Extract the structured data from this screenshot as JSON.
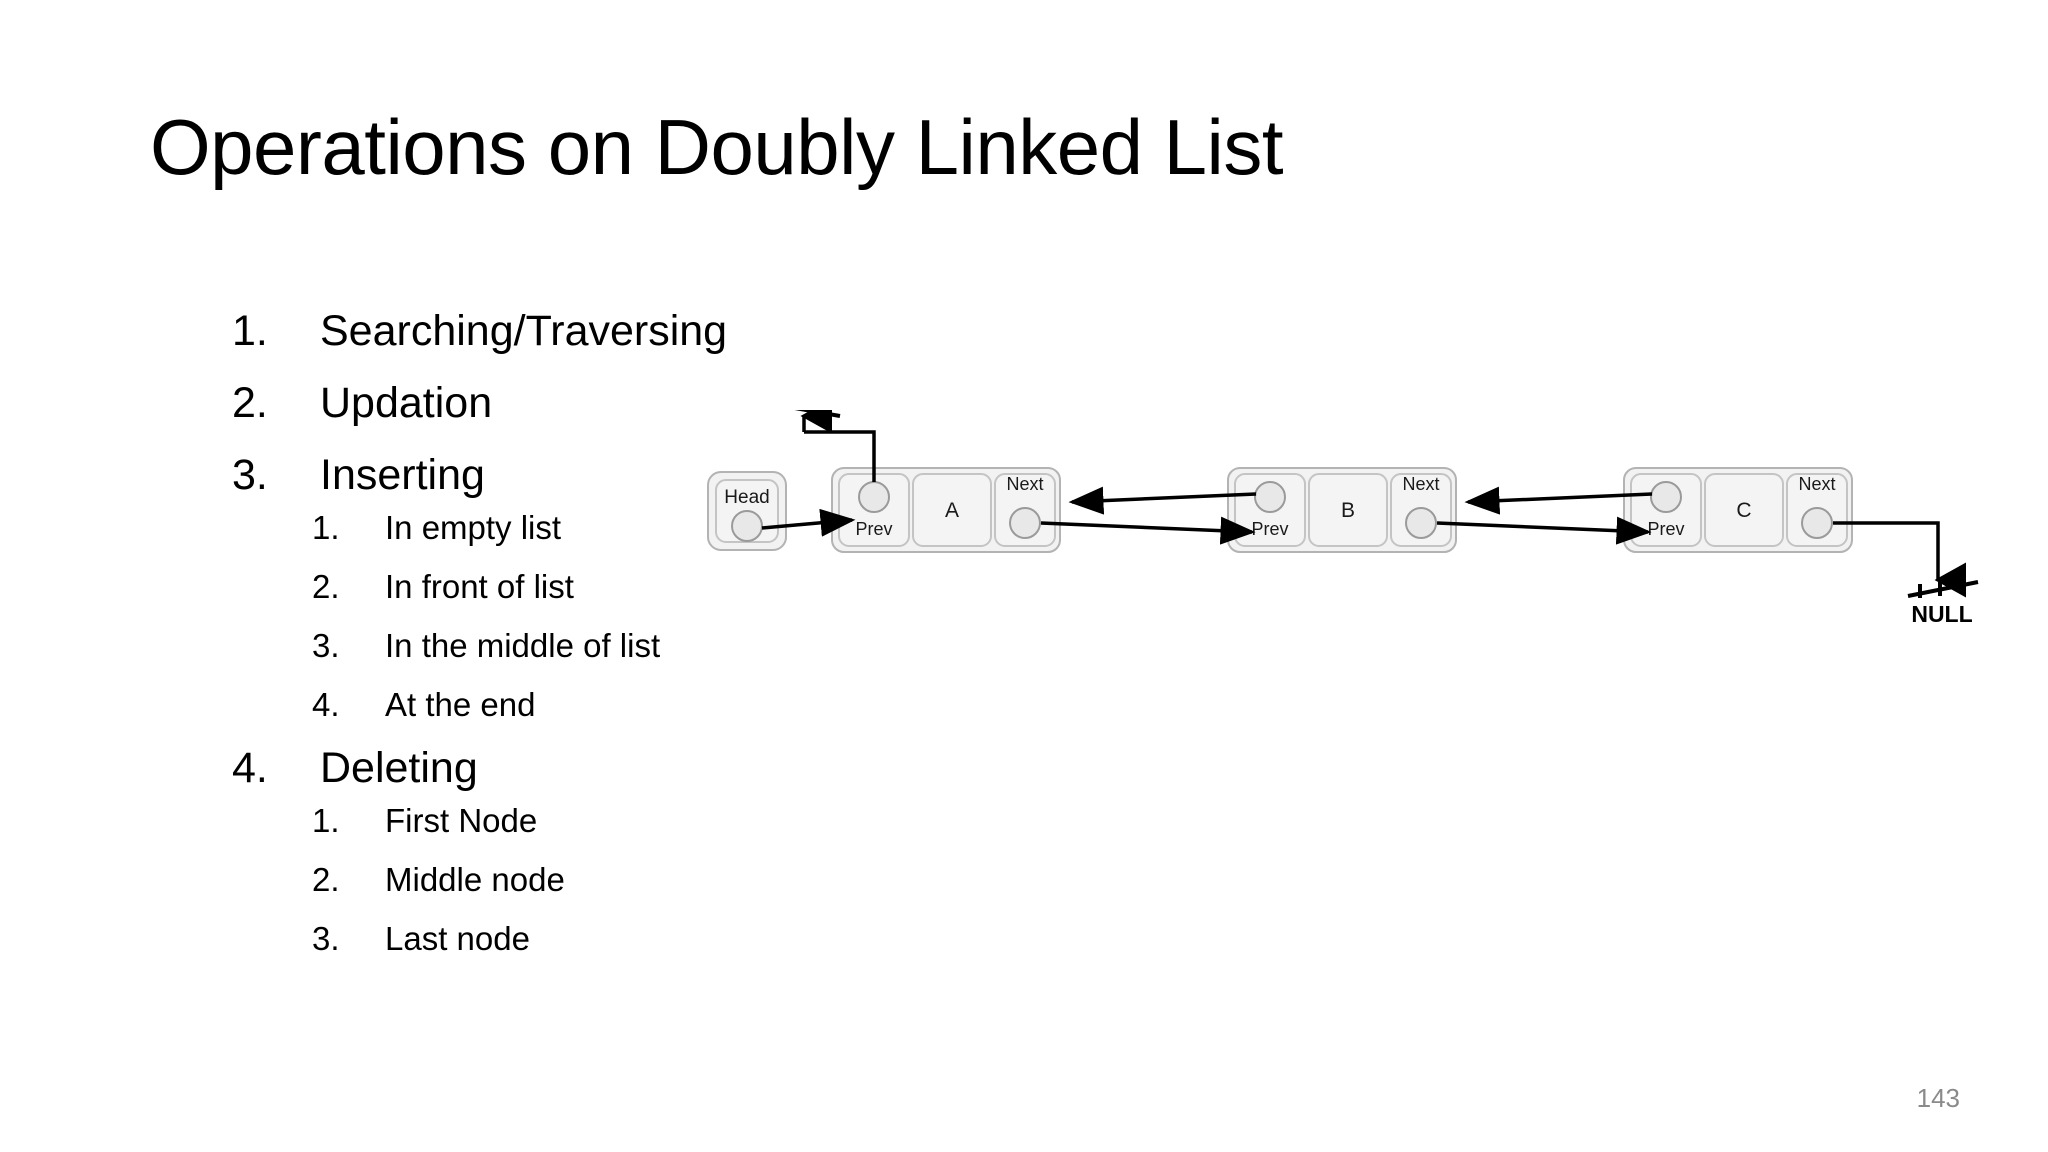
{
  "slide": {
    "title": "Operations on Doubly Linked List",
    "page_number": "143"
  },
  "outline": {
    "items": [
      {
        "marker": "1.",
        "label": "Searching/Traversing",
        "children": []
      },
      {
        "marker": "2.",
        "label": "Updation",
        "children": []
      },
      {
        "marker": "3.",
        "label": "Inserting",
        "children": [
          {
            "marker": "1.",
            "label": "In empty list"
          },
          {
            "marker": "2.",
            "label": "In front of list"
          },
          {
            "marker": "3.",
            "label": "In the middle of list"
          },
          {
            "marker": "4.",
            "label": "At the end"
          }
        ]
      },
      {
        "marker": "4.",
        "label": "Deleting",
        "children": [
          {
            "marker": "1.",
            "label": "First Node"
          },
          {
            "marker": "2.",
            "label": "Middle node"
          },
          {
            "marker": "3.",
            "label": "Last node"
          }
        ]
      }
    ]
  },
  "diagram": {
    "title": "doubly-linked-list",
    "head_label": "Head",
    "prev_label": "Prev",
    "next_label": "Next",
    "null_label": "NULL",
    "nodes": [
      {
        "data": "A"
      },
      {
        "data": "B"
      },
      {
        "data": "C"
      }
    ],
    "colors": {
      "box_fill": "#f2f2f2",
      "box_stroke": "#b3b3b3",
      "circle_fill": "#e8e8e8",
      "circle_stroke": "#9a9a9a",
      "line": "#000000",
      "text": "#1a1a1a"
    }
  }
}
